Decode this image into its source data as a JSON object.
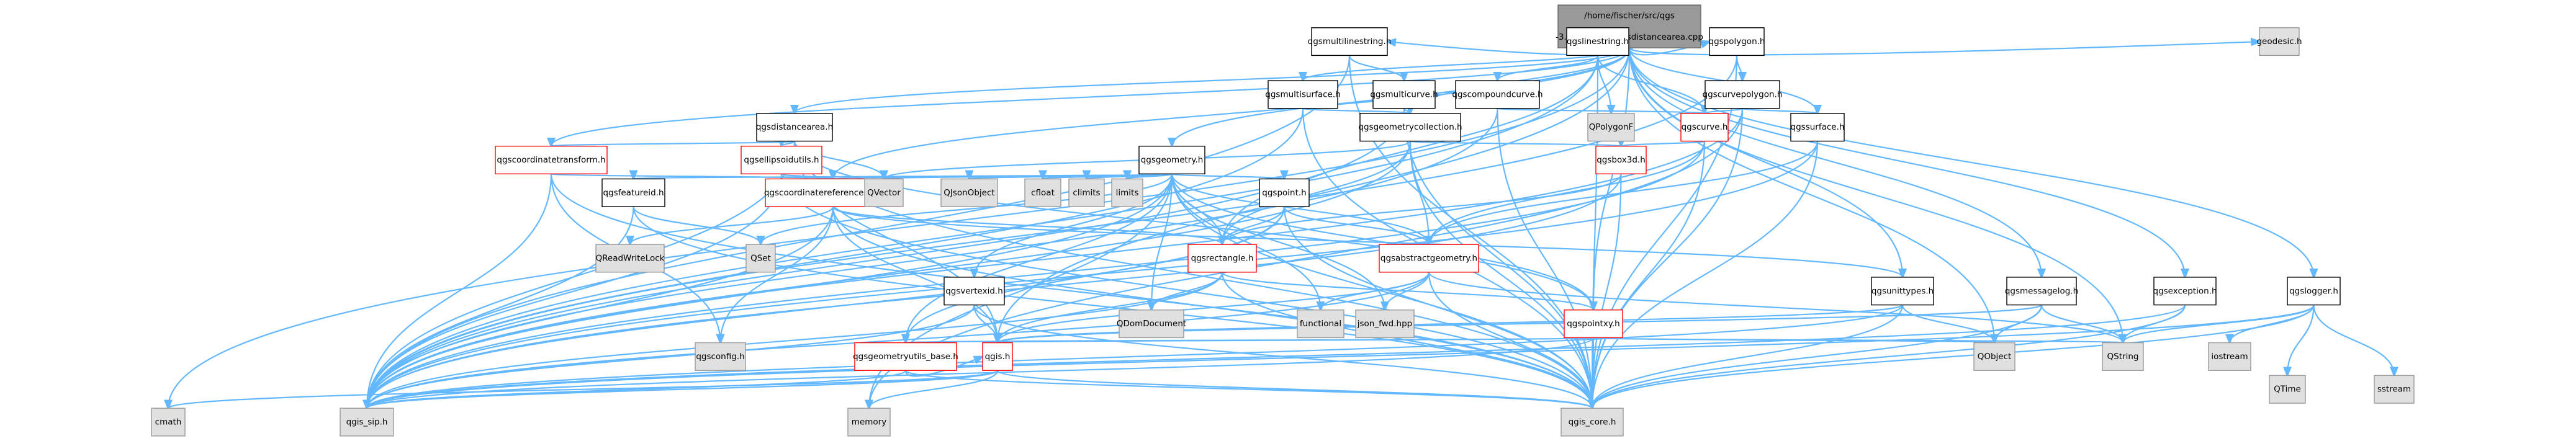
{
  "colors": {
    "edge": "#63b8ff",
    "root_fill": "#999999",
    "root_stroke": "#666666",
    "header_fill": "#ffffff",
    "header_stroke": "#000000",
    "linked_header_stroke": "#ff0000",
    "external_fill": "#e0e0e0",
    "external_stroke": "#999999"
  },
  "nodes": [
    {
      "id": "root",
      "lines": [
        "/home/fischer/src/qgs",
        "-3.38/src/core/qgsdistancearea.cpp"
      ],
      "kind": "root"
    },
    {
      "id": "qgsmultilinestring",
      "lines": [
        "qgsmultilinestring.h"
      ],
      "kind": "header"
    },
    {
      "id": "qgslinestring",
      "lines": [
        "qgslinestring.h"
      ],
      "kind": "header"
    },
    {
      "id": "qgspolygon",
      "lines": [
        "qgspolygon.h"
      ],
      "kind": "header"
    },
    {
      "id": "geodesic",
      "lines": [
        "geodesic.h"
      ],
      "kind": "external"
    },
    {
      "id": "qpolygonf",
      "lines": [
        "QPolygonF"
      ],
      "kind": "external"
    },
    {
      "id": "qgsmultisurface",
      "lines": [
        "qgsmultisurface.h"
      ],
      "kind": "header"
    },
    {
      "id": "qgsmulticurve",
      "lines": [
        "qgsmulticurve.h"
      ],
      "kind": "header"
    },
    {
      "id": "qgscompoundcurve",
      "lines": [
        "qgscompoundcurve.h"
      ],
      "kind": "header"
    },
    {
      "id": "qgscurvepolygon",
      "lines": [
        "qgscurvepolygon.h"
      ],
      "kind": "header"
    },
    {
      "id": "qgsdistancearea",
      "lines": [
        "qgsdistancearea.h"
      ],
      "kind": "header"
    },
    {
      "id": "qgsgeometrycollection",
      "lines": [
        "qgsgeometrycollection.h"
      ],
      "kind": "header"
    },
    {
      "id": "qgscurve",
      "lines": [
        "qgscurve.h"
      ],
      "kind": "linked"
    },
    {
      "id": "qgssurface",
      "lines": [
        "qgssurface.h"
      ],
      "kind": "header"
    },
    {
      "id": "qgscoordinatetransform",
      "lines": [
        "qgscoordinatetransform.h"
      ],
      "kind": "linked"
    },
    {
      "id": "qgsellipsoidutils",
      "lines": [
        "qgsellipsoidutils.h"
      ],
      "kind": "linked"
    },
    {
      "id": "qgsgeometry",
      "lines": [
        "qgsgeometry.h"
      ],
      "kind": "header"
    },
    {
      "id": "qgsbox3d",
      "lines": [
        "qgsbox3d.h"
      ],
      "kind": "linked"
    },
    {
      "id": "qgsfeatureid",
      "lines": [
        "qgsfeatureid.h"
      ],
      "kind": "header"
    },
    {
      "id": "qgscoordinatereferencesystem",
      "lines": [
        "qgscoordinatereferencesystem.h"
      ],
      "kind": "linked"
    },
    {
      "id": "qvector",
      "lines": [
        "QVector"
      ],
      "kind": "external"
    },
    {
      "id": "qjsonobject",
      "lines": [
        "QJsonObject"
      ],
      "kind": "external"
    },
    {
      "id": "cfloat",
      "lines": [
        "cfloat"
      ],
      "kind": "external"
    },
    {
      "id": "climits",
      "lines": [
        "climits"
      ],
      "kind": "external"
    },
    {
      "id": "limits",
      "lines": [
        "limits"
      ],
      "kind": "external"
    },
    {
      "id": "qgspoint",
      "lines": [
        "qgspoint.h"
      ],
      "kind": "header"
    },
    {
      "id": "qreadwritelock",
      "lines": [
        "QReadWriteLock"
      ],
      "kind": "external"
    },
    {
      "id": "qset",
      "lines": [
        "QSet"
      ],
      "kind": "external"
    },
    {
      "id": "qgsrectangle",
      "lines": [
        "qgsrectangle.h"
      ],
      "kind": "linked"
    },
    {
      "id": "qgsabstractgeometry",
      "lines": [
        "qgsabstractgeometry.h"
      ],
      "kind": "linked"
    },
    {
      "id": "qdomdocument",
      "lines": [
        "QDomDocument"
      ],
      "kind": "external"
    },
    {
      "id": "functional",
      "lines": [
        "functional"
      ],
      "kind": "external"
    },
    {
      "id": "json_fwd",
      "lines": [
        "json_fwd.hpp"
      ],
      "kind": "external"
    },
    {
      "id": "qgsvertexid",
      "lines": [
        "qgsvertexid.h"
      ],
      "kind": "header"
    },
    {
      "id": "qgspointxy",
      "lines": [
        "qgspointxy.h"
      ],
      "kind": "linked"
    },
    {
      "id": "qgsunittypes",
      "lines": [
        "qgsunittypes.h"
      ],
      "kind": "header"
    },
    {
      "id": "qgsmessagelog",
      "lines": [
        "qgsmessagelog.h"
      ],
      "kind": "header"
    },
    {
      "id": "qgsexception",
      "lines": [
        "qgsexception.h"
      ],
      "kind": "header"
    },
    {
      "id": "qgslogger",
      "lines": [
        "qgslogger.h"
      ],
      "kind": "header"
    },
    {
      "id": "qgsconfig",
      "lines": [
        "qgsconfig.h"
      ],
      "kind": "external"
    },
    {
      "id": "qgsgeometryutils_base",
      "lines": [
        "qgsgeometryutils_base.h"
      ],
      "kind": "linked"
    },
    {
      "id": "qgis",
      "lines": [
        "qgis.h"
      ],
      "kind": "linked"
    },
    {
      "id": "qobject",
      "lines": [
        "QObject"
      ],
      "kind": "external"
    },
    {
      "id": "qstring",
      "lines": [
        "QString"
      ],
      "kind": "external"
    },
    {
      "id": "iostream",
      "lines": [
        "iostream"
      ],
      "kind": "external"
    },
    {
      "id": "qtime",
      "lines": [
        "QTime"
      ],
      "kind": "external"
    },
    {
      "id": "sstream",
      "lines": [
        "sstream"
      ],
      "kind": "external"
    },
    {
      "id": "cmath",
      "lines": [
        "cmath"
      ],
      "kind": "external"
    },
    {
      "id": "qgis_sip",
      "lines": [
        "qgis_sip.h"
      ],
      "kind": "external"
    },
    {
      "id": "memory",
      "lines": [
        "memory"
      ],
      "kind": "external"
    },
    {
      "id": "qgis_core",
      "lines": [
        "qgis_core.h"
      ],
      "kind": "external"
    }
  ],
  "edges": [
    [
      "root",
      "qgsmultilinestring"
    ],
    [
      "root",
      "qgslinestring"
    ],
    [
      "root",
      "qgspolygon"
    ],
    [
      "root",
      "geodesic"
    ],
    [
      "root",
      "qgsmultisurface"
    ],
    [
      "root",
      "qgsdistancearea"
    ],
    [
      "root",
      "qgsgeometry"
    ],
    [
      "root",
      "qgscoordinatetransform"
    ],
    [
      "root",
      "qgscoordinatereferencesystem"
    ],
    [
      "root",
      "qgssurface"
    ],
    [
      "root",
      "qgsgeometrycollection"
    ],
    [
      "root",
      "qgspointxy"
    ],
    [
      "root",
      "qgsunittypes"
    ],
    [
      "root",
      "qgsmessagelog"
    ],
    [
      "root",
      "qgsexception"
    ],
    [
      "root",
      "qgslogger"
    ],
    [
      "root",
      "qgis"
    ],
    [
      "root",
      "cmath"
    ],
    [
      "root",
      "qstring"
    ],
    [
      "root",
      "qobject"
    ],
    [
      "qgsmultilinestring",
      "qgsmulticurve"
    ],
    [
      "qgsmultilinestring",
      "qgis_core"
    ],
    [
      "qgsmultilinestring",
      "qgis_sip"
    ],
    [
      "qgslinestring",
      "qpolygonf"
    ],
    [
      "qgslinestring",
      "qgscompoundcurve"
    ],
    [
      "qgslinestring",
      "qgscurve"
    ],
    [
      "qgslinestring",
      "qgis_core"
    ],
    [
      "qgslinestring",
      "qgis_sip"
    ],
    [
      "qgslinestring",
      "qgsrectangle"
    ],
    [
      "qgspolygon",
      "qgscurvepolygon"
    ],
    [
      "qgspolygon",
      "qgis_core"
    ],
    [
      "qgspolygon",
      "qgis_sip"
    ],
    [
      "qgsmultisurface",
      "qgsgeometrycollection"
    ],
    [
      "qgsmultisurface",
      "qgis_core"
    ],
    [
      "qgsmultisurface",
      "qgis_sip"
    ],
    [
      "qgsmulticurve",
      "qgsgeometrycollection"
    ],
    [
      "qgsmulticurve",
      "qgis_core"
    ],
    [
      "qgsmulticurve",
      "qgis_sip"
    ],
    [
      "qgscompoundcurve",
      "qgscurve"
    ],
    [
      "qgscompoundcurve",
      "qgis_core"
    ],
    [
      "qgscompoundcurve",
      "qgis_sip"
    ],
    [
      "qgscurvepolygon",
      "qgscurve"
    ],
    [
      "qgscurvepolygon",
      "qgssurface"
    ],
    [
      "qgscurvepolygon",
      "qgis_core"
    ],
    [
      "qgscurvepolygon",
      "qgis_sip"
    ],
    [
      "qgscurvepolygon",
      "memory"
    ],
    [
      "qgsdistancearea",
      "qgscoordinatetransform"
    ],
    [
      "qgsdistancearea",
      "qgsellipsoidutils"
    ],
    [
      "qgsdistancearea",
      "qvector"
    ],
    [
      "qgsdistancearea",
      "qgis_core"
    ],
    [
      "qgsdistancearea",
      "qgis_sip"
    ],
    [
      "qgsdistancearea",
      "qgspointxy"
    ],
    [
      "qgsdistancearea",
      "qgis"
    ],
    [
      "qgsgeometrycollection",
      "qvector"
    ],
    [
      "qgsgeometrycollection",
      "qgsabstractgeometry"
    ],
    [
      "qgsgeometrycollection",
      "qgsrectangle"
    ],
    [
      "qgsgeometrycollection",
      "qgsbox3d"
    ],
    [
      "qgsgeometrycollection",
      "qgis_core"
    ],
    [
      "qgsgeometrycollection",
      "qgis_sip"
    ],
    [
      "qgscurve",
      "qgsabstractgeometry"
    ],
    [
      "qgscurve",
      "qgsbox3d"
    ],
    [
      "qgscurve",
      "qgis_core"
    ],
    [
      "qgscurve",
      "qgis_sip"
    ],
    [
      "qgssurface",
      "qgsabstractgeometry"
    ],
    [
      "qgssurface",
      "qgis_core"
    ],
    [
      "qgssurface",
      "qgis_sip"
    ],
    [
      "qgscoordinatetransform",
      "qgscoordinatereferencesystem"
    ],
    [
      "qgscoordinatetransform",
      "qgis_core"
    ],
    [
      "qgscoordinatetransform",
      "qgis_sip"
    ],
    [
      "qgscoordinatetransform",
      "qgsconfig"
    ],
    [
      "qgsellipsoidutils",
      "qgscoordinatereferencesystem"
    ],
    [
      "qgsellipsoidutils",
      "qgis_core"
    ],
    [
      "qgsellipsoidutils",
      "qgis_sip"
    ],
    [
      "qgsgeometry",
      "qgsfeatureid"
    ],
    [
      "qgsgeometry",
      "qgscoordinatereferencesystem"
    ],
    [
      "qgsgeometry",
      "qvector"
    ],
    [
      "qgsgeometry",
      "qjsonobject"
    ],
    [
      "qgsgeometry",
      "cfloat"
    ],
    [
      "qgsgeometry",
      "climits"
    ],
    [
      "qgsgeometry",
      "limits"
    ],
    [
      "qgsgeometry",
      "qgspoint"
    ],
    [
      "qgsgeometry",
      "qgsrectangle"
    ],
    [
      "qgsgeometry",
      "qgsabstractgeometry"
    ],
    [
      "qgsgeometry",
      "qdomdocument"
    ],
    [
      "qgsgeometry",
      "functional"
    ],
    [
      "qgsgeometry",
      "json_fwd"
    ],
    [
      "qgsgeometry",
      "qgsvertexid"
    ],
    [
      "qgsgeometry",
      "qgspointxy"
    ],
    [
      "qgsgeometry",
      "qgis_core"
    ],
    [
      "qgsgeometry",
      "qgis_sip"
    ],
    [
      "qgsgeometry",
      "qset"
    ],
    [
      "qgsgeometry",
      "memory"
    ],
    [
      "qgsgeometry",
      "qgsgeometryutils_base"
    ],
    [
      "qgsbox3d",
      "qgsrectangle"
    ],
    [
      "qgsbox3d",
      "qgis_core"
    ],
    [
      "qgsbox3d",
      "qgis_sip"
    ],
    [
      "qgsfeatureid",
      "qset"
    ],
    [
      "qgsfeatureid",
      "qgis_core"
    ],
    [
      "qgsfeatureid",
      "qgis_sip"
    ],
    [
      "qgscoordinatereferencesystem",
      "qreadwritelock"
    ],
    [
      "qgscoordinatereferencesystem",
      "qgis"
    ],
    [
      "qgscoordinatereferencesystem",
      "qgsconfig"
    ],
    [
      "qgscoordinatereferencesystem",
      "qgis_core"
    ],
    [
      "qgscoordinatereferencesystem",
      "qgis_sip"
    ],
    [
      "qgscoordinatereferencesystem",
      "qgsunittypes"
    ],
    [
      "qgscoordinatereferencesystem",
      "qgsrectangle"
    ],
    [
      "qgspoint",
      "qgsabstractgeometry"
    ],
    [
      "qgspoint",
      "qgsrectangle"
    ],
    [
      "qgspoint",
      "qgis_core"
    ],
    [
      "qgspoint",
      "qgis_sip"
    ],
    [
      "qgspoint",
      "qgsgeometryutils_base"
    ],
    [
      "qgsrectangle",
      "qdomdocument"
    ],
    [
      "qgsrectangle",
      "qgspointxy"
    ],
    [
      "qgsrectangle",
      "qgis_core"
    ],
    [
      "qgsrectangle",
      "qgis"
    ],
    [
      "qgsrectangle",
      "qgis_sip"
    ],
    [
      "qgsabstractgeometry",
      "functional"
    ],
    [
      "qgsabstractgeometry",
      "json_fwd"
    ],
    [
      "qgsabstractgeometry",
      "qgis_core"
    ],
    [
      "qgsabstractgeometry",
      "qgis"
    ],
    [
      "qgsabstractgeometry",
      "qstring"
    ],
    [
      "qgsabstractgeometry",
      "qgis_sip"
    ],
    [
      "qgsvertexid",
      "qgis"
    ],
    [
      "qgsvertexid",
      "qgis_core"
    ],
    [
      "qgsvertexid",
      "qgis_sip"
    ],
    [
      "qgspointxy",
      "qgis_core"
    ],
    [
      "qgspointxy",
      "qgis"
    ],
    [
      "qgspointxy",
      "qgis_sip"
    ],
    [
      "qgspointxy",
      "qstring"
    ],
    [
      "qgspointxy",
      "qobject"
    ],
    [
      "qgspointxy",
      "qgsgeometryutils_base"
    ],
    [
      "qgsunittypes",
      "qobject"
    ],
    [
      "qgsunittypes",
      "qgis_core"
    ],
    [
      "qgsunittypes",
      "qgis"
    ],
    [
      "qgsunittypes",
      "qgis_sip"
    ],
    [
      "qgsmessagelog",
      "qgis_core"
    ],
    [
      "qgsmessagelog",
      "qobject"
    ],
    [
      "qgsmessagelog",
      "qgis"
    ],
    [
      "qgsmessagelog",
      "qstring"
    ],
    [
      "qgsexception",
      "qstring"
    ],
    [
      "qgsexception",
      "qgis_core"
    ],
    [
      "qgsexception",
      "qgis_sip"
    ],
    [
      "qgslogger",
      "iostream"
    ],
    [
      "qgslogger",
      "qtime"
    ],
    [
      "qgslogger",
      "sstream"
    ],
    [
      "qgslogger",
      "qstring"
    ],
    [
      "qgslogger",
      "qgis_core"
    ],
    [
      "qgslogger",
      "qgis_sip"
    ],
    [
      "qgsgeometryutils_base",
      "qgis_core"
    ],
    [
      "qgsgeometryutils_base",
      "qgis"
    ],
    [
      "qgsgeometryutils_base",
      "qgis_sip"
    ],
    [
      "qgis",
      "qgis_sip"
    ],
    [
      "qgis",
      "qgis_core"
    ],
    [
      "qgis",
      "memory"
    ],
    [
      "qgis",
      "cmath"
    ]
  ]
}
